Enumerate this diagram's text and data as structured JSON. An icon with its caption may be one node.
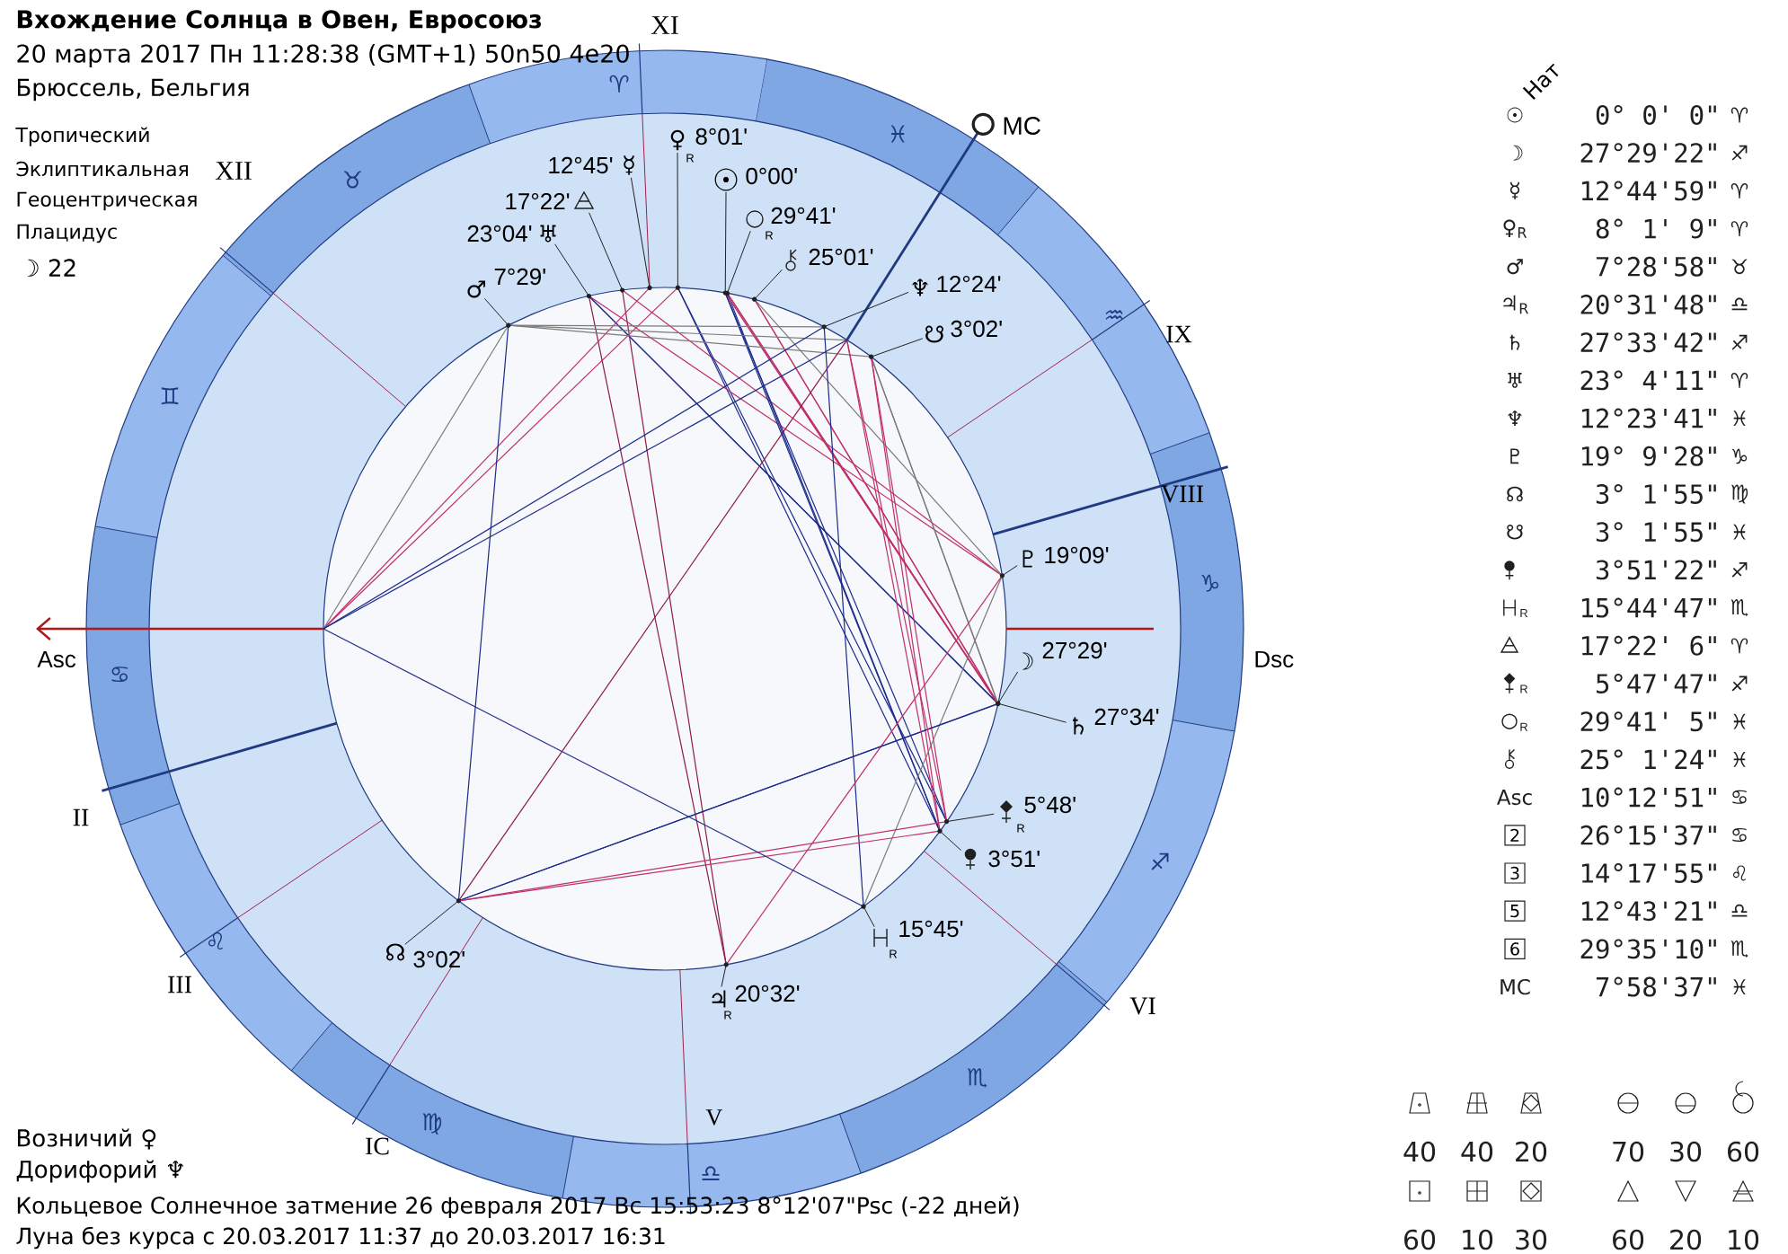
{
  "diagram": {
    "title": "Вхождение Солнца в Овен, Евросоюз",
    "nodes": [
      {
        "text": [
          "2"
        ]
      },
      {
        "text": [
          "3"
        ]
      },
      {
        "text": [
          "5"
        ]
      },
      {
        "text": [
          "6"
        ]
      }
    ],
    "labels": [
      "20 марта 2017 Пн 11:28:38 (GMT+1) 50n50 4e20",
      "Брюссель, Бельгия",
      "Тропический",
      "Эклиптикальная",
      "Геоцентрическая",
      "Плацидус",
      "☽ 22",
      "XI",
      "MC",
      "XII",
      "IX",
      "VIII",
      "Asc",
      "Dsc",
      "II",
      "III",
      "VI",
      "IC",
      "V",
      "♈",
      "♉",
      "♊",
      "♋",
      "♌",
      "♍",
      "♎",
      "♏",
      "♐",
      "♑",
      "♒",
      "♓",
      "17°22'",
      "29°41'",
      "R",
      "♀",
      "8°01'",
      "R",
      "23°04'",
      "♅",
      "25°01'",
      "12°45'",
      "☿",
      "☉",
      "0°00'",
      "♂",
      "7°29'",
      "♆",
      "12°24'",
      "☋",
      "3°02'",
      "♇",
      "19°09'",
      "☽",
      "27°29'",
      "♄",
      "27°34'",
      "3°51'",
      "5°48'",
      "R",
      "15°45'",
      "R",
      "☊",
      "3°02'",
      "♃",
      "20°32'",
      "R",
      "Нат",
      "☉",
      "0° 0' 0\"",
      "♈",
      "☽",
      "27°29'22\"",
      "♐",
      "☿",
      "12°44'59\"",
      "♈",
      "♀$_{R}$",
      "8° 1' 9\"",
      "♈",
      "♂",
      "7°28'58\"",
      "♉",
      "♃$_{R}$",
      "20°31'48\"",
      "♎",
      "♄",
      "27°33'42\"",
      "♐",
      "♅",
      "23° 4'11\"",
      "♈",
      "♆",
      "12°23'41\"",
      "♓",
      "♇",
      "19° 9'28\"",
      "♑",
      "☊",
      "3° 1'55\"",
      "♍",
      "☋",
      "3° 1'55\"",
      "♓",
      "3°51'22\"",
      "♐",
      "R",
      "15°44'47\"",
      "♏",
      "17°22' 6\"",
      "♈",
      "R",
      "5°47'47\"",
      "♐",
      "R",
      "29°41' 5\"",
      "♓",
      "25° 1'24\"",
      "♓",
      "Asc",
      "10°12'51\"",
      "♋",
      "26°15'37\"",
      "♋",
      "14°17'55\"",
      "♌",
      "12°43'21\"",
      "♎",
      "29°35'10\"",
      "♏",
      "MC",
      "7°58'37\"",
      "♓",
      "Возничий ♀",
      "Дорифорий ♆",
      "Кольцевое Солнечное затмение 26 февраля 2017 Вс 15:53:23 8°12'07\"Psc (-22 дней)",
      "Луна без курса с 20.03.2017 11:37 до 20.03.2017 16:31",
      "40",
      "40",
      "20",
      "70",
      "30",
      "60",
      "60",
      "10",
      "30",
      "60",
      "20",
      "10"
    ]
  }
}
